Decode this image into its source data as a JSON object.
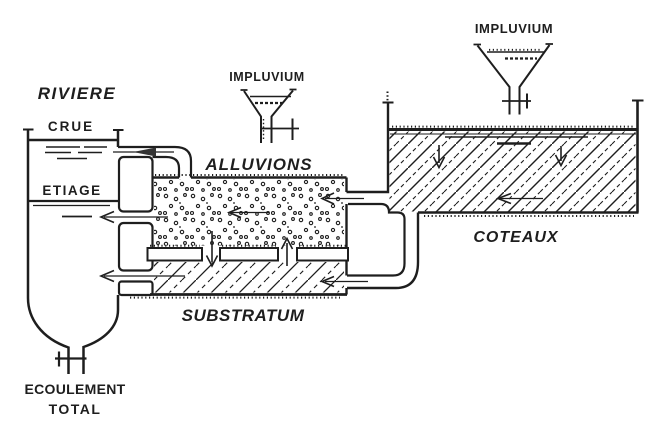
{
  "colors": {
    "ink": "#1e1e1e",
    "paper": "#ffffff"
  },
  "labels": {
    "riviere": "RIVIERE",
    "crue": "CRUE",
    "etiage": "ETIAGE",
    "impluvium_alluvions": "IMPLUVIUM",
    "impluvium_coteaux": "IMPLUVIUM",
    "alluvions": "ALLUVIONS",
    "substratum": "SUBSTRATUM",
    "coteaux": "COTEAUX",
    "ecoulement_total_line1": "ECOULEMENT",
    "ecoulement_total_line2": "TOTAL"
  }
}
